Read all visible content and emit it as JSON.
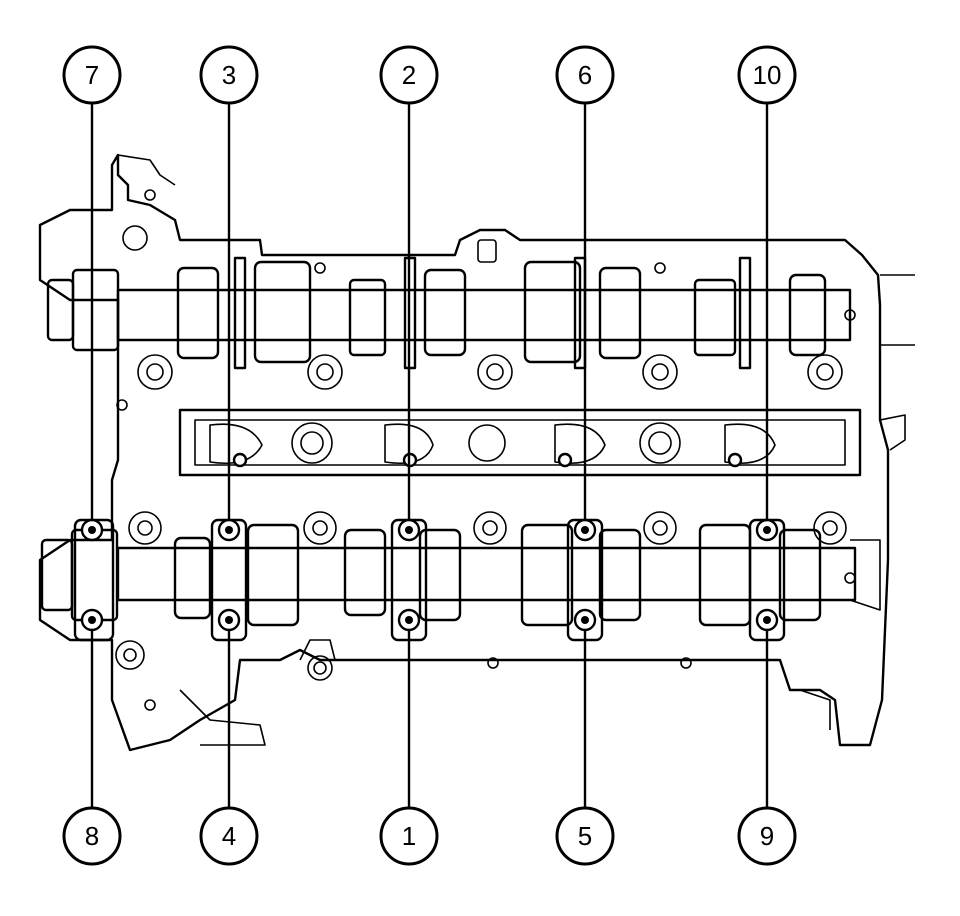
{
  "diagram": {
    "top_callouts": [
      "7",
      "3",
      "2",
      "6",
      "10"
    ],
    "bottom_callouts": [
      "8",
      "4",
      "1",
      "5",
      "9"
    ]
  },
  "colors": {
    "line": "#000000",
    "background": "#ffffff"
  }
}
